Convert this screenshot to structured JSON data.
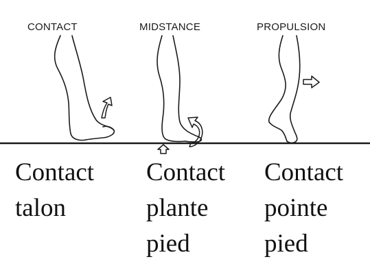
{
  "phases": [
    {
      "label": "CONTACT",
      "caption": [
        "Contact",
        "talon"
      ]
    },
    {
      "label": "MIDSTANCE",
      "caption": [
        "Contact",
        "plante",
        "pied"
      ]
    },
    {
      "label": "PROPULSION",
      "caption": [
        "Contact",
        "pointe",
        "pied"
      ]
    }
  ],
  "colors": {
    "line": "#1a1a1a",
    "background": "#ffffff"
  },
  "icons": [
    "rotation-arrow-icon",
    "curved-arrow-icon",
    "up-arrow-icon",
    "right-arrow-icon"
  ]
}
